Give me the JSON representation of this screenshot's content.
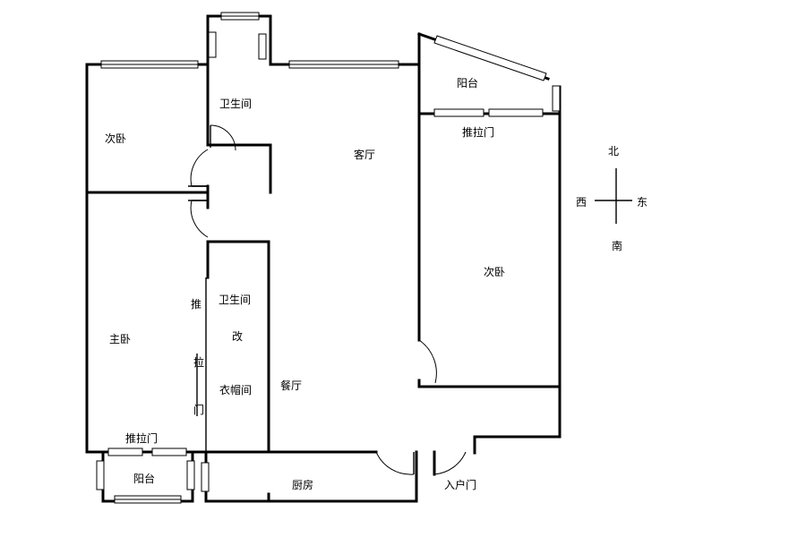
{
  "rooms": {
    "bedroom_second_west": "次卧",
    "bathroom_north": "卫生间",
    "living_room": "客厅",
    "balcony_east": "阳台",
    "sliding_door_east": "推拉门",
    "bedroom_second_east": "次卧",
    "bathroom_mid": "卫生间",
    "renovated": "改",
    "cloakroom": "衣帽间",
    "master_bedroom": "主卧",
    "dining_room": "餐厅",
    "sliding_door_vertical": [
      "推",
      "拉",
      "门"
    ],
    "sliding_door_south": "推拉门",
    "balcony_south": "阳台",
    "kitchen": "厨房",
    "entrance_door": "入户门"
  },
  "compass": {
    "north": "北",
    "south": "南",
    "east": "东",
    "west": "西"
  }
}
